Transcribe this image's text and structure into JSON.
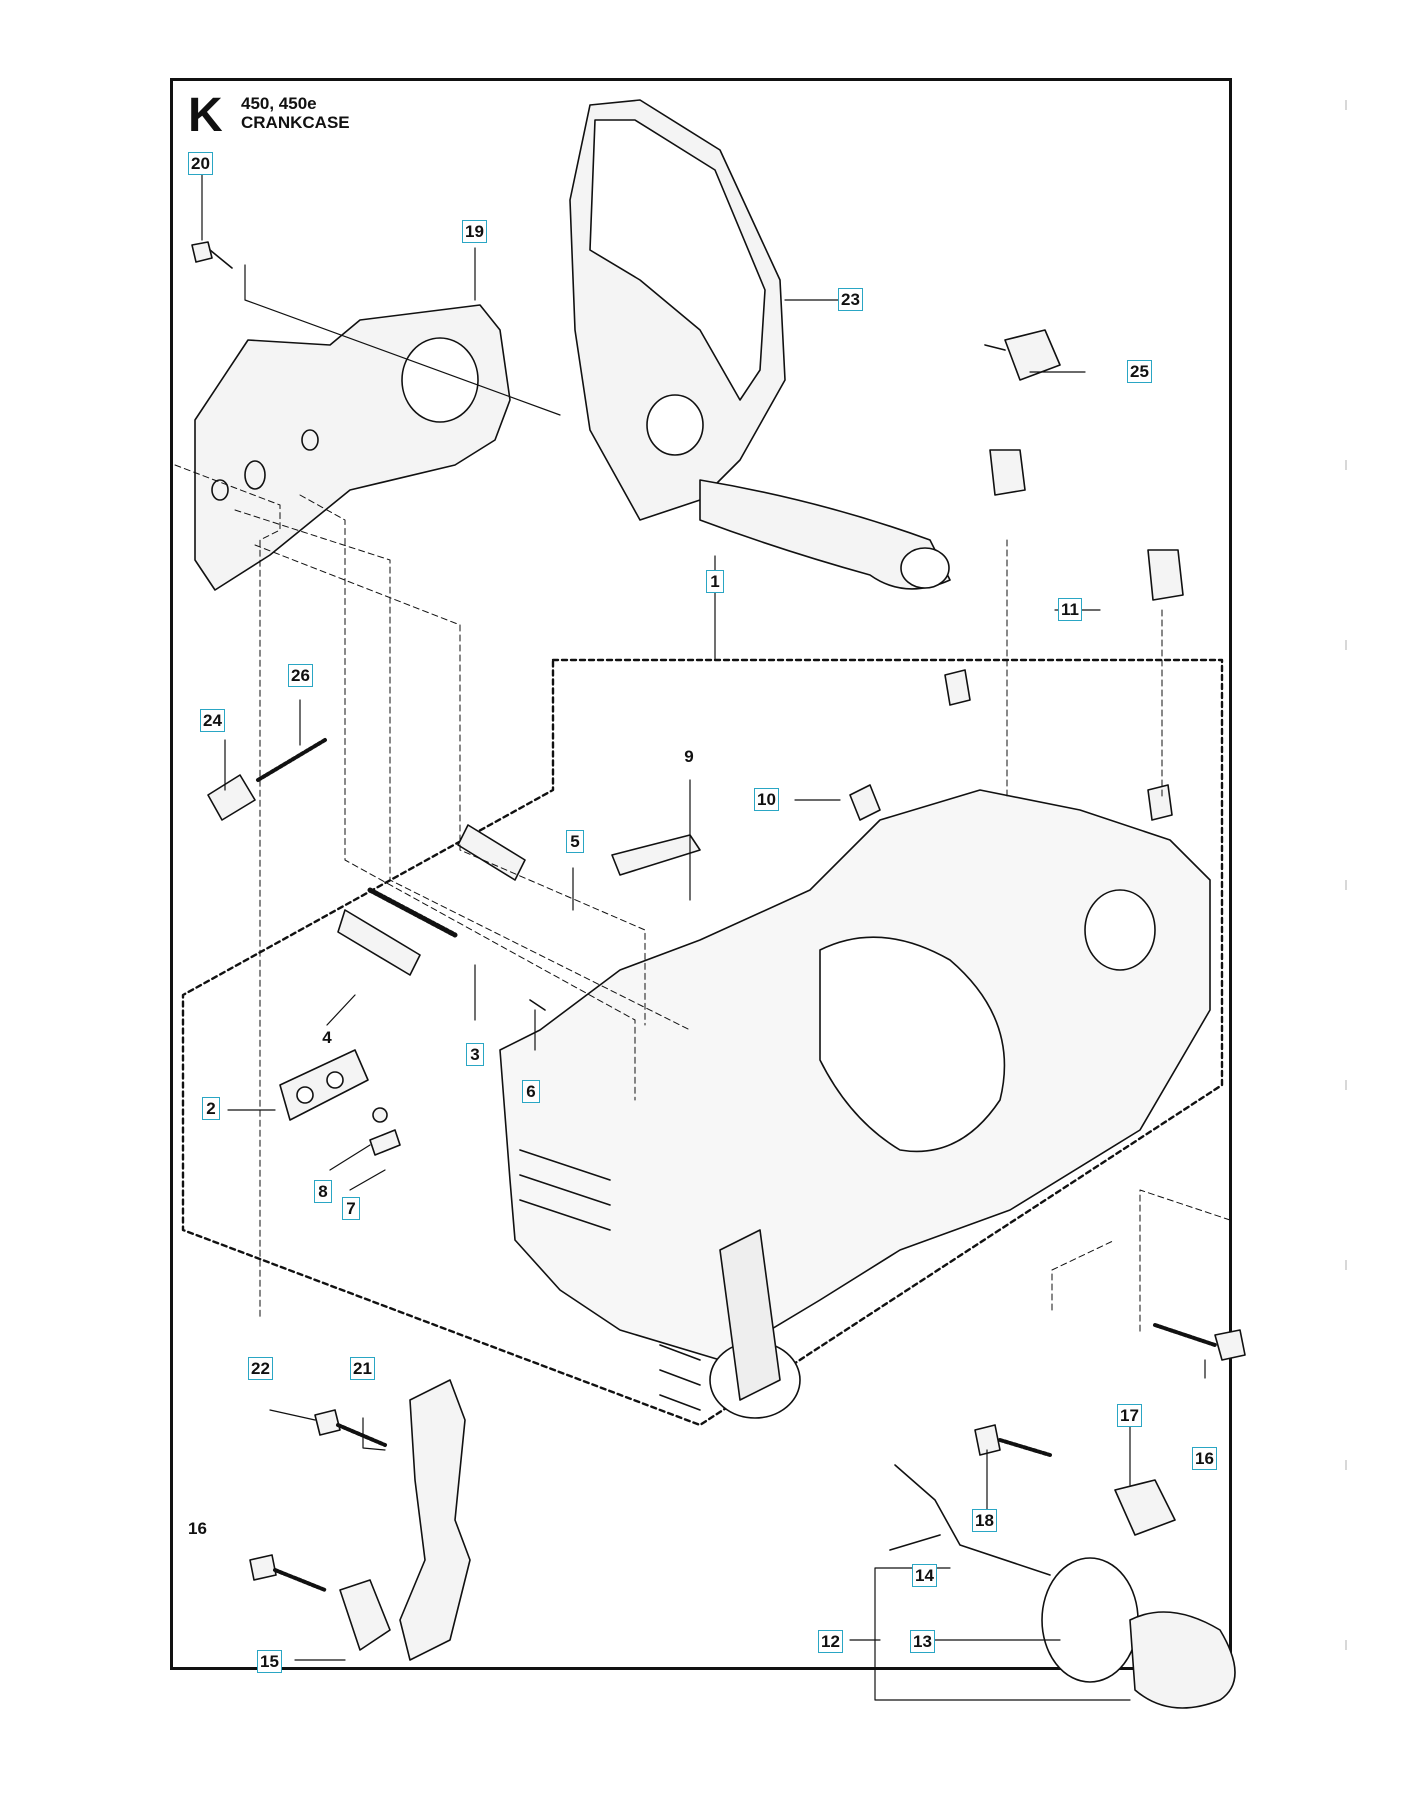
{
  "header": {
    "section_letter": "K",
    "model": "450, 450e",
    "title": "CRANKCASE"
  },
  "callouts": [
    {
      "text": "20"
    },
    {
      "text": "19"
    },
    {
      "text": "23"
    },
    {
      "text": "25"
    },
    {
      "text": "1"
    },
    {
      "text": "11"
    },
    {
      "text": "26"
    },
    {
      "text": "24"
    },
    {
      "text": "9"
    },
    {
      "text": "10"
    },
    {
      "text": "5"
    },
    {
      "text": "4"
    },
    {
      "text": "3"
    },
    {
      "text": "6"
    },
    {
      "text": "2"
    },
    {
      "text": "8"
    },
    {
      "text": "7"
    },
    {
      "text": "22"
    },
    {
      "text": "21"
    },
    {
      "text": "17"
    },
    {
      "text": "16"
    },
    {
      "text": "18"
    },
    {
      "text": "16"
    },
    {
      "text": "14"
    },
    {
      "text": "12"
    },
    {
      "text": "13"
    },
    {
      "text": "15"
    }
  ]
}
